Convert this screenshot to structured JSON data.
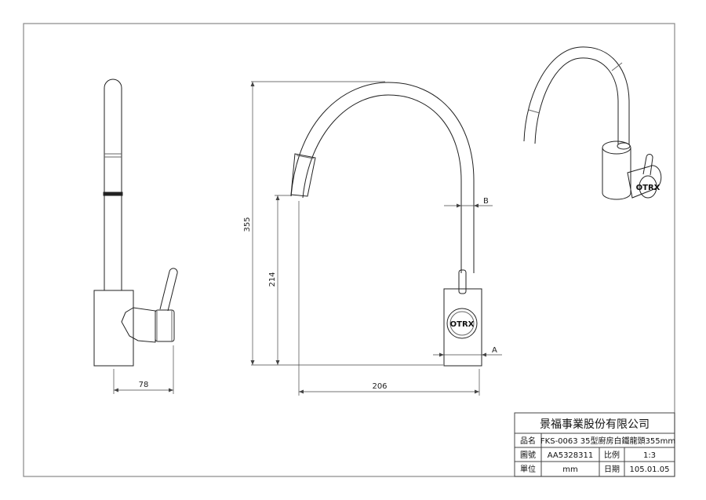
{
  "dimensions": {
    "height_total": "355",
    "spout_height": "214",
    "reach": "206",
    "base_depth": "78",
    "marker_a": "A",
    "marker_b": "B"
  },
  "logo": "OTRX",
  "title_block": {
    "company": "景福事業股份有限公司",
    "product_label": "品名",
    "product_name": "FKS-0063 35型廚房白鐵龍頭355mm",
    "drawing_no_label": "圖號",
    "drawing_no": "AA5328311",
    "scale_label": "比例",
    "scale": "1:3",
    "unit_label": "單位",
    "unit": "mm",
    "date_label": "日期",
    "date": "105.01.05"
  }
}
